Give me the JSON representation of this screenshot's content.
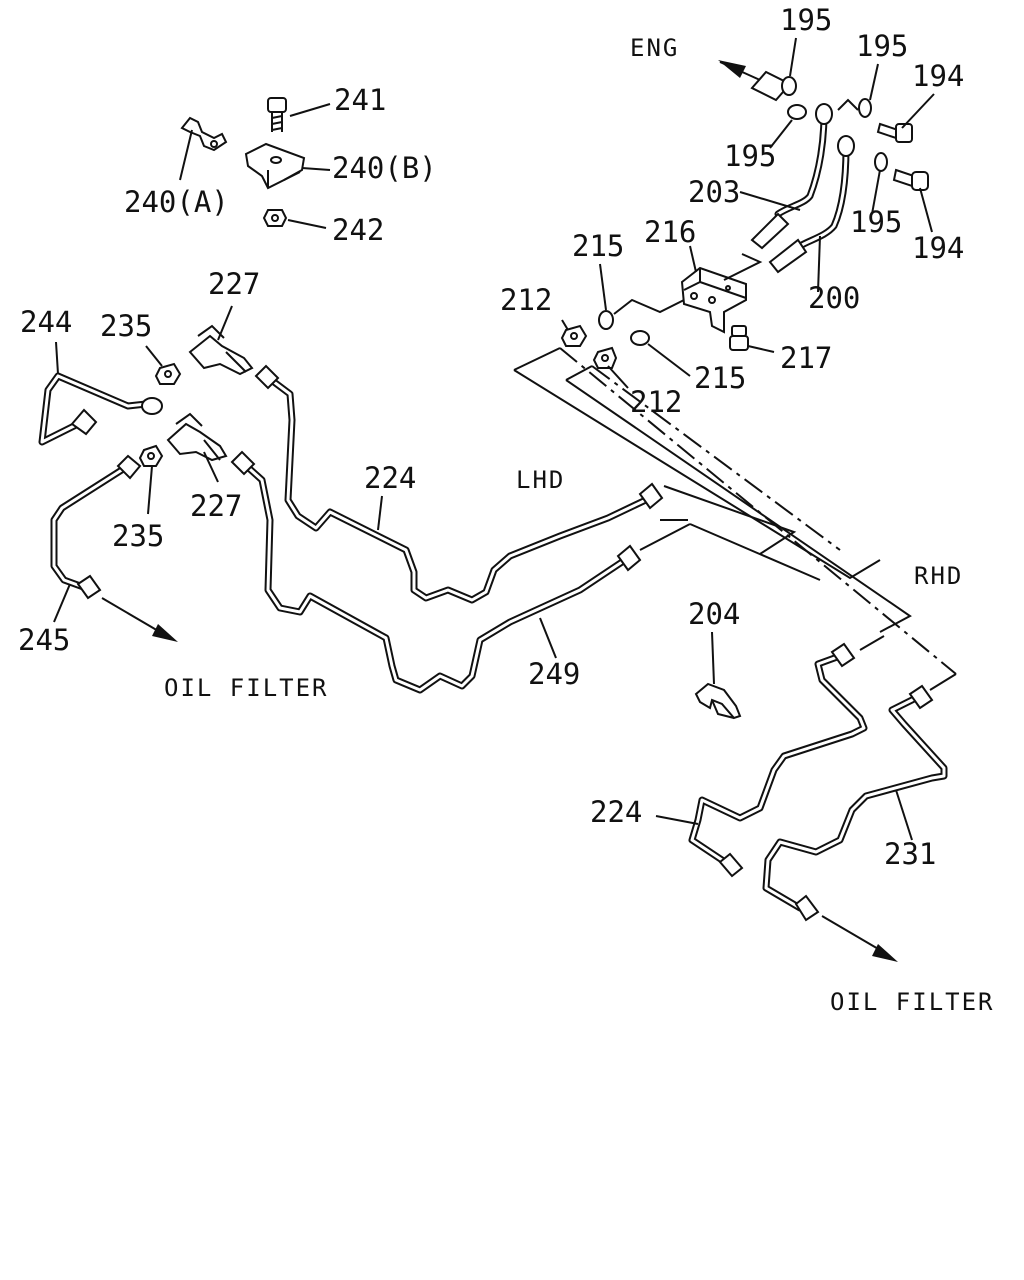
{
  "labels": {
    "eng": "ENG",
    "lhd": "LHD",
    "rhd": "RHD",
    "oil_filter_left": "OIL FILTER",
    "oil_filter_right": "OIL FILTER"
  },
  "parts": {
    "p195a": "195",
    "p195b": "195",
    "p195c": "195",
    "p195d": "195",
    "p194a": "194",
    "p194b": "194",
    "p241": "241",
    "p240a": "240(A)",
    "p240b": "240(B)",
    "p242": "242",
    "p203": "203",
    "p216": "216",
    "p215a": "215",
    "p215b": "215",
    "p212a": "212",
    "p212b": "212",
    "p200": "200",
    "p217": "217",
    "p227a": "227",
    "p227b": "227",
    "p244": "244",
    "p235a": "235",
    "p235b": "235",
    "p224a": "224",
    "p224b": "224",
    "p245": "245",
    "p249": "249",
    "p204": "204",
    "p231": "231"
  }
}
